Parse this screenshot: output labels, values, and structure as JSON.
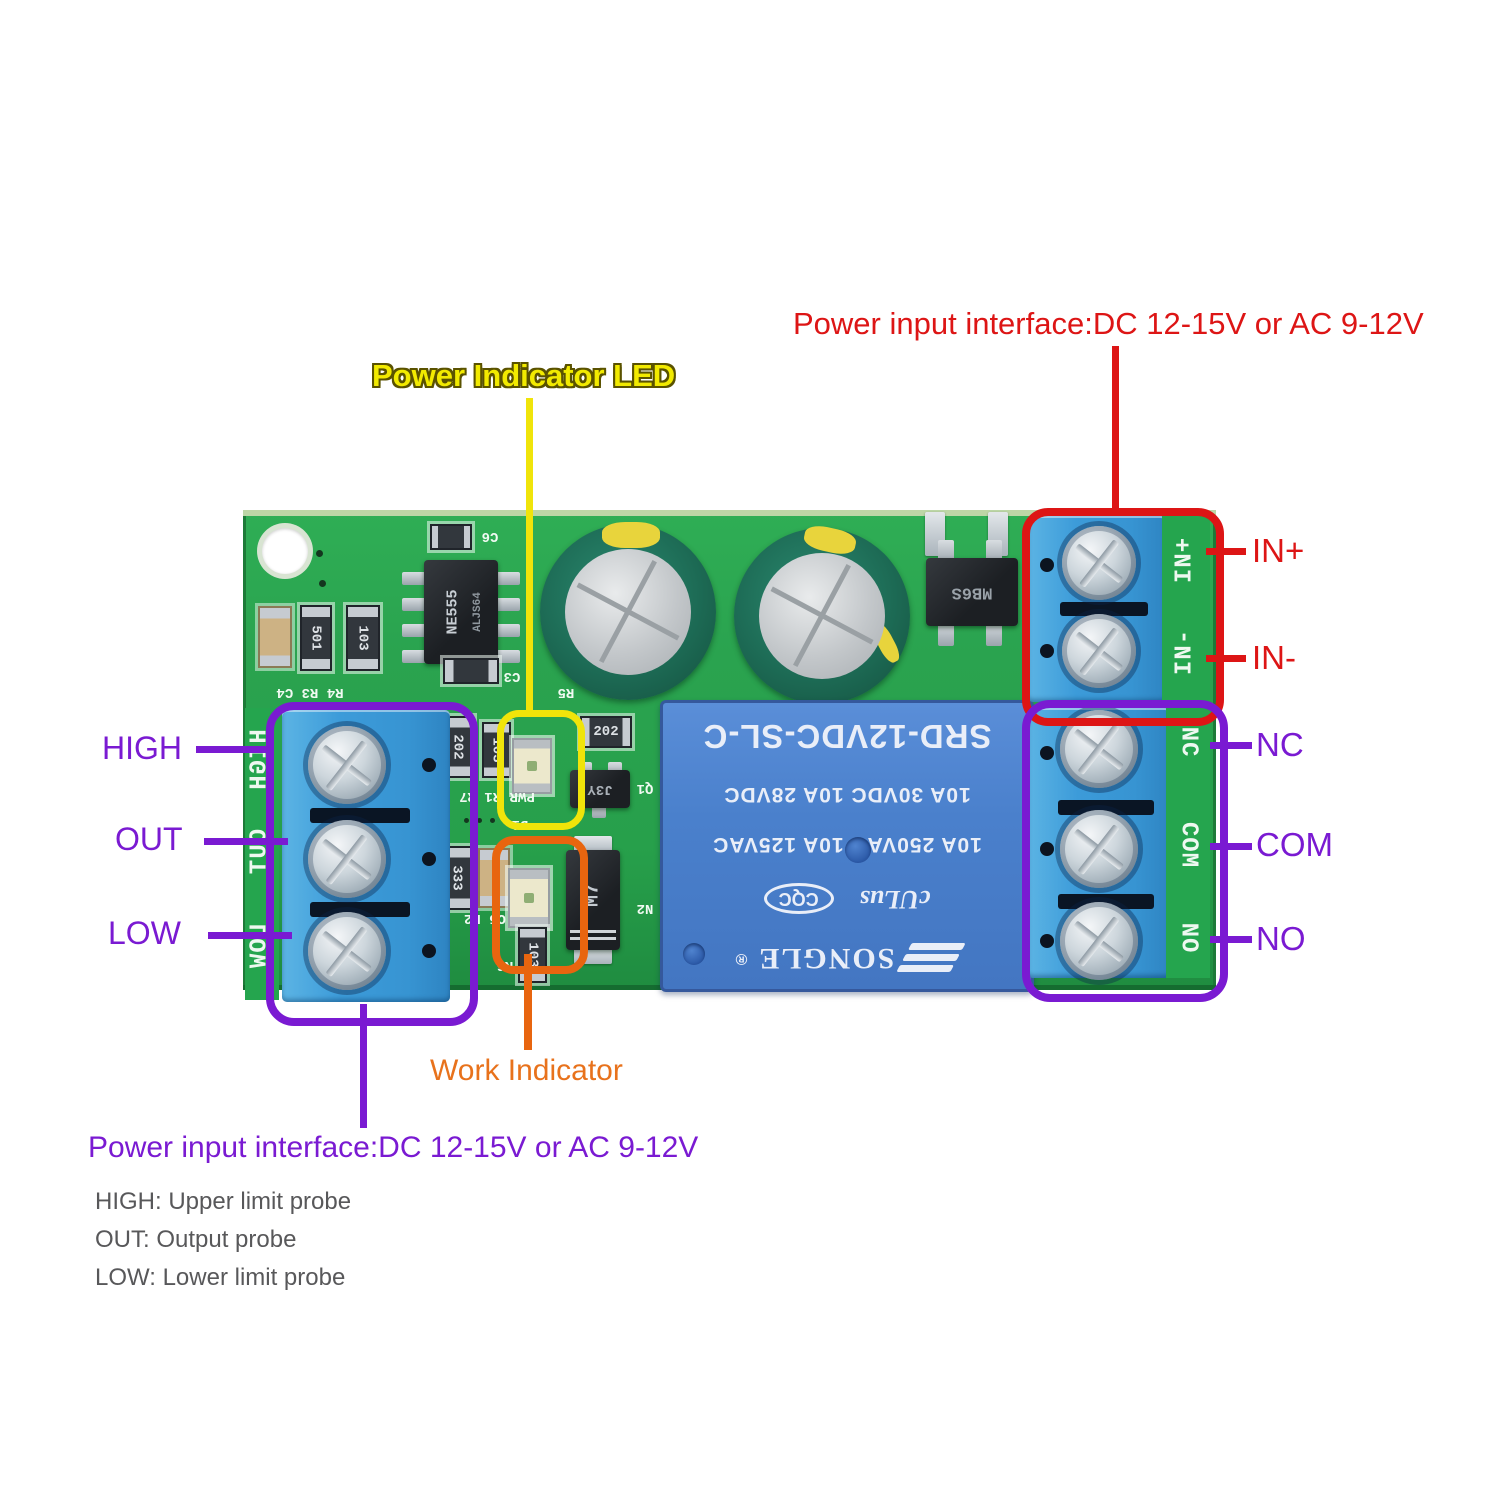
{
  "colors": {
    "annotation_red": "#dd1515",
    "annotation_purple": "#7a1ad2",
    "annotation_yellow": "#f0e40a",
    "annotation_orange": "#e8650f",
    "note_gray": "#58585a",
    "board_green": "#2aa34f",
    "terminal_blue": "#3c9bd9",
    "relay_blue": "#4a80cc"
  },
  "annotations": {
    "top_power_label": "Power input interface:DC 12-15V or AC 9-12V",
    "power_led_label": "Power Indicator LED",
    "work_indicator_label": "Work Indicator",
    "bottom_power_label": "Power input interface:DC 12-15V or AC 9-12V",
    "notes": [
      "HIGH: Upper limit probe",
      "OUT: Output probe",
      "LOW: Lower limit probe"
    ],
    "pin_labels": {
      "in_plus": "IN+",
      "in_minus": "IN-",
      "nc": "NC",
      "com": "COM",
      "no": "NO",
      "high": "HIGH",
      "out": "OUT",
      "low": "LOW"
    }
  },
  "board": {
    "strip": {
      "high": "HIGH",
      "out": "OUT",
      "low": "LOW",
      "in_plus": "IN+",
      "in_minus": "IN-",
      "nc": "NC",
      "com": "COM",
      "no": "NO"
    },
    "relay": {
      "brand": "SONGLE",
      "reg": "®",
      "cert_ul": "cULus",
      "cert_cqc": "CQC",
      "rating_ac": "10A 250VAC   10A 125VAC",
      "rating_dc": "10A 30VDC   10A 28VDC",
      "model": "SRD-12VDC-SL-C"
    },
    "ic_label": "NE555",
    "ic_label2": "ALJS64",
    "bridge_label": "MB6S",
    "diode_label": "M7",
    "transistor_label": "J3Y",
    "silkscreen": {
      "c6": "C6",
      "c3": "C3",
      "r5": "R5",
      "r4r3c4": "R4 R3 C4",
      "pwr": "PWR R1 R7",
      "d1": "D1",
      "c5r2": "C5 R2",
      "r6": "R6",
      "n2": "N2",
      "q1": "Q1"
    },
    "codes": {
      "r202": "202",
      "r103": "103",
      "r333": "333",
      "r501": "501"
    }
  }
}
